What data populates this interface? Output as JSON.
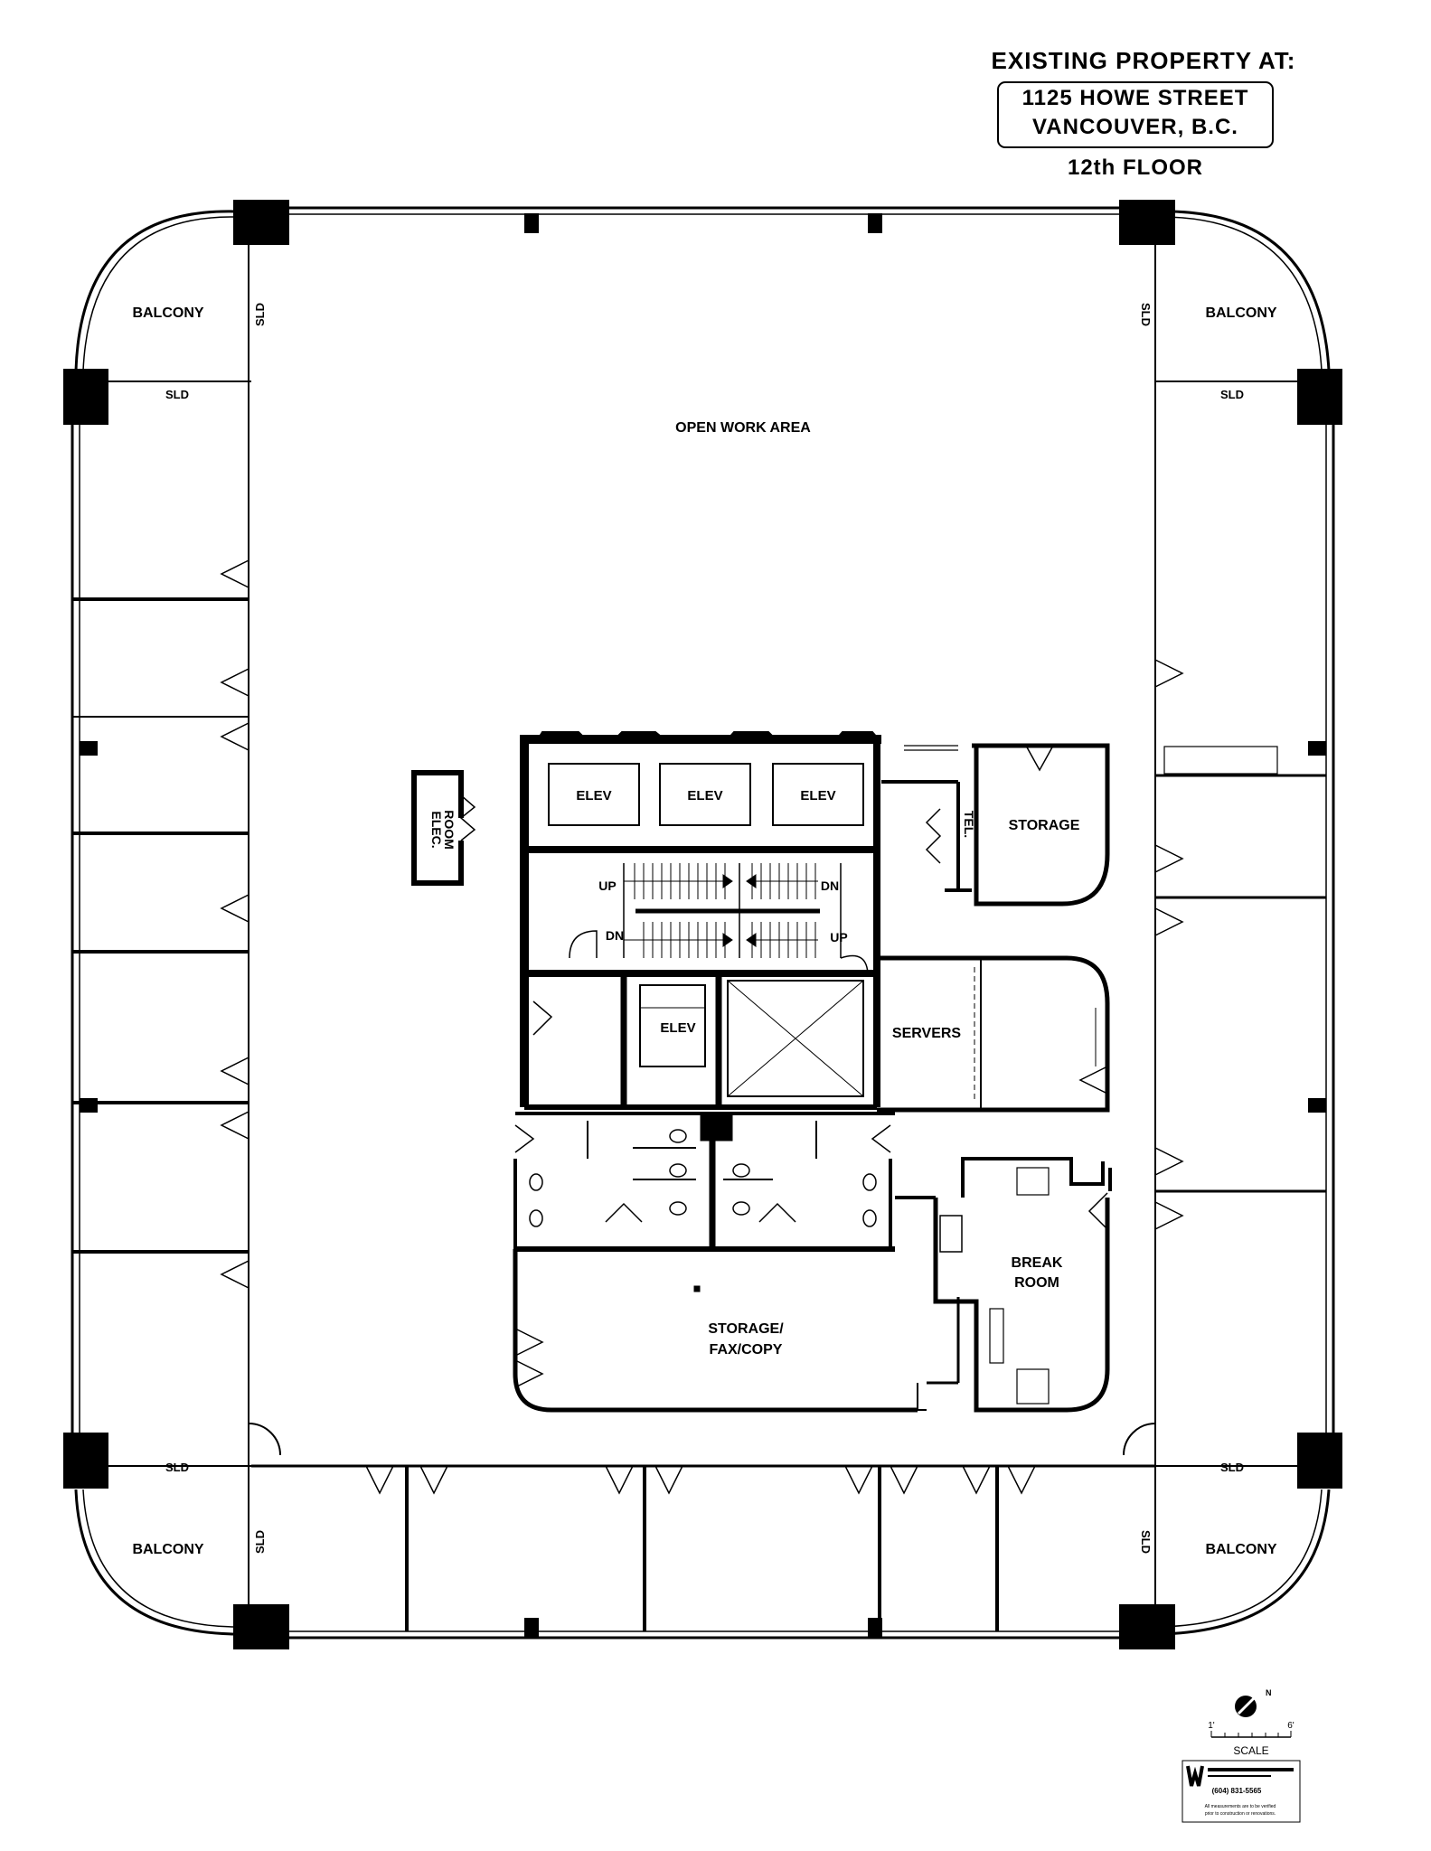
{
  "header": {
    "label": "EXISTING PROPERTY AT:",
    "street": "1125 HOWE STREET",
    "city": "VANCOUVER, B.C.",
    "floor": "12th FLOOR"
  },
  "rooms": {
    "open_work_area": "OPEN WORK AREA",
    "balcony": "BALCONY",
    "sld": "SLD",
    "elev": "ELEV",
    "elec_room_line1": "ELEC.",
    "elec_room_line2": "ROOM",
    "tel": "TEL.",
    "storage": "STORAGE",
    "servers": "SERVERS",
    "break_room_line1": "BREAK",
    "break_room_line2": "ROOM",
    "storage_fax_line1": "STORAGE/",
    "storage_fax_line2": "FAX/COPY",
    "stair_up": "UP",
    "stair_dn": "DN"
  },
  "scale": {
    "label": "SCALE",
    "left_tick": "1'",
    "right_tick": "6'"
  },
  "logo": {
    "phone": "(604) 831-5565",
    "note_line1": "All measurements are to be verified",
    "note_line2": "prior to construction or renovations."
  },
  "colors": {
    "ink": "#000000",
    "paper": "#ffffff"
  }
}
